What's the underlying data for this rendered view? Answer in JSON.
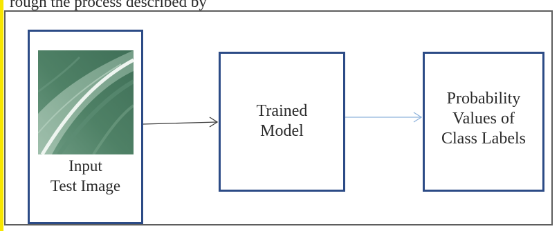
{
  "diagram": {
    "top_caption": "rough the process described by",
    "nodes": {
      "input": {
        "label": "Input\nTest Image"
      },
      "model": {
        "label": "Trained\nModel"
      },
      "output": {
        "label": "Probability\nValues of\nClass Labels"
      }
    },
    "edges": [
      {
        "from": "input",
        "to": "model"
      },
      {
        "from": "model",
        "to": "output"
      }
    ],
    "colors": {
      "box_border": "#2c4b86",
      "arrow_1": "#3c3c3c",
      "arrow_2": "#8fb3dc",
      "yellow_bar": "#f7e600",
      "frame": "#5d5d5d"
    },
    "image_icon": "leaf-photo-icon"
  }
}
